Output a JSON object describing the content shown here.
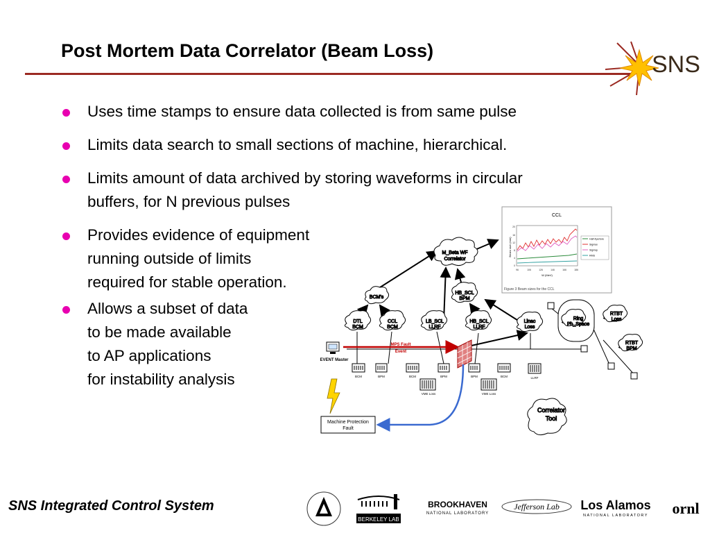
{
  "slide": {
    "title": "Post Mortem Data Correlator (Beam Loss)",
    "logo_text": "SNS",
    "bullets": [
      "Uses time stamps to ensure data collected is from same pulse",
      "Limits data search to small sections of machine, hierarchical.",
      "Limits amount of data archived by storing waveforms in circular buffers, for N previous pulses",
      "Provides evidence of equipment running outside of limits required for stable operation.",
      "Allows a subset of data to be made available to AP applications for instability analysis"
    ],
    "bullet_lines": {
      "b3_l1": "Limits amount of data archived by storing waveforms in circular",
      "b3_l2": "buffers, for N previous pulses",
      "b4_l1": "Provides evidence of equipment",
      "b4_l2": "running outside of limits",
      "b4_l3": "required for stable operation.",
      "b5_l1": "Allows a subset of data",
      "b5_l2": "to be made available",
      "b5_l3": "to AP applications",
      "b5_l4": "for instability analysis"
    },
    "footer": "SNS Integrated Control System"
  },
  "diagram": {
    "nodes": {
      "m_beta": [
        "M_Beta WF",
        "Correlator"
      ],
      "bcms": "BCM's",
      "hb_scl_bpm": [
        "HB_SCL",
        "BPM"
      ],
      "dtl_bcm": [
        "DTL",
        "BCM"
      ],
      "ccl_bcm": [
        "CCL",
        "BCM"
      ],
      "lb_scl_llrf": [
        "LB_SCL",
        "LLRF"
      ],
      "hb_scl_llrf": [
        "HB_SCL",
        "LLRF"
      ],
      "linac_loss": [
        "Linac",
        "Loss"
      ],
      "ring": [
        "Ring",
        "Ph_Space"
      ],
      "rtbt_loss": [
        "RTBT",
        "Loss"
      ],
      "rtbt_bpm": [
        "RTBT",
        "BPM"
      ],
      "correlator_tool": [
        "Correlator",
        "Tool"
      ],
      "event_master": "EVENT Master",
      "mps_fault": [
        "MPS Fault",
        "Event"
      ],
      "machine_protection": [
        "Machine Protection",
        "Fault"
      ],
      "rack_labels": [
        "BCM",
        "BPM",
        "BCM",
        "BPM",
        "BPM",
        "BCM",
        "LLRF"
      ],
      "vme_labels": [
        "VME Loss",
        "VME Loss"
      ]
    },
    "inset": {
      "title": "CCL",
      "legend": [
        "Half Aperture",
        "Sigmax",
        "Sigmay",
        "RMS"
      ],
      "ylabel": "Beam size (mm)",
      "xlabel": "W (MeV)",
      "caption": "Figure 3 Beam sizes for the CCL",
      "yticks": [
        "20",
        "16",
        "12",
        "8",
        "4",
        "0"
      ],
      "xticks": [
        "96",
        "106",
        "126",
        "146",
        "166",
        "186"
      ],
      "colors": {
        "half_aperture": "#2a8a3a",
        "sigmax": "#e03030",
        "sigmay": "#e060c0",
        "rms": "#30a0a0"
      }
    },
    "colors": {
      "accent_red": "#c00000",
      "wire_blue": "#3a6ad0",
      "lightning": "#ffd400"
    }
  },
  "partners": {
    "brookhaven": [
      "BROOKHAVEN",
      "NATIONAL LABORATORY"
    ],
    "berkeley": "BERKELEY LAB",
    "jefferson": "Jefferson Lab",
    "los_alamos": [
      "Los Alamos",
      "NATIONAL LABORATORY"
    ],
    "ornl": "ornl"
  },
  "colors": {
    "bullet": "#e800b0",
    "rule": "#9b2a22",
    "sns_star": "#ffc000"
  }
}
